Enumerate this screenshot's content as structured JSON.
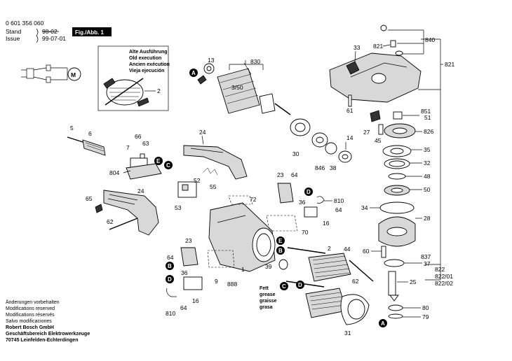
{
  "header": {
    "doc_number": "0 601 356 060",
    "stand_label": "Stand",
    "stand_value": "98-02",
    "issue_label": "Issue",
    "issue_value": "99-07-01",
    "fig_title": "Fig./Abb. 1"
  },
  "inset": {
    "line1": "Alte Ausführung",
    "line2": "Old execution",
    "line3": "Ancien exécution",
    "line4": "Vieja ejecución",
    "part": "2",
    "motor_symbol": "M"
  },
  "footer": {
    "line1": "Änderungen vorbehalten",
    "line2": "Modifications reserved",
    "line3": "Modifications réservés",
    "line4": "Salvo modificaciones",
    "company1": "Robert Bosch GmbH",
    "company2": "Geschäftsbereich Elektrowerkzeuge",
    "company3": "70745 Leinfelden-Echterdingen"
  },
  "grease": {
    "line1": "Fett",
    "line2": "grease",
    "line3": "graisse",
    "line4": "grasa"
  },
  "markers": {
    "A": "A",
    "B": "B",
    "C": "C",
    "D": "D",
    "E": "E"
  },
  "labels": {
    "p1": "1",
    "p2": "2",
    "p5": "5",
    "p6": "6",
    "p7": "7",
    "p9": "9",
    "p13": "13",
    "p14": "14",
    "p16": "16",
    "p16b": "16",
    "p23": "23",
    "p24": "24",
    "p24b": "24",
    "p25": "25",
    "p27": "27",
    "p28": "28",
    "p30": "30",
    "p31": "31",
    "p32": "32",
    "p33": "33",
    "p34": "34",
    "p35": "35",
    "p36": "36",
    "p36b": "36",
    "p37": "37",
    "p38": "38",
    "p39": "39",
    "p44": "44",
    "p45": "45",
    "p48": "48",
    "p50": "50",
    "p51": "51",
    "p52": "52",
    "p53": "53",
    "p55": "55",
    "p60": "60",
    "p61": "61",
    "p62": "62",
    "p62b": "62",
    "p63": "63",
    "p64": "64",
    "p64b": "64",
    "p64c": "64",
    "p64d": "64",
    "p65": "65",
    "p66": "66",
    "p70": "70",
    "p72": "72",
    "p79": "79",
    "p80": "80",
    "p350": "3/50",
    "p804": "804",
    "p810": "810",
    "p810b": "810",
    "p821": "821",
    "p821b": "821",
    "p822": "822",
    "p822_01": "822/01",
    "p822_02": "822/02",
    "p826": "826",
    "p830": "830",
    "p837": "837",
    "p840": "840",
    "p846": "846",
    "p851": "851",
    "p888": "888"
  }
}
